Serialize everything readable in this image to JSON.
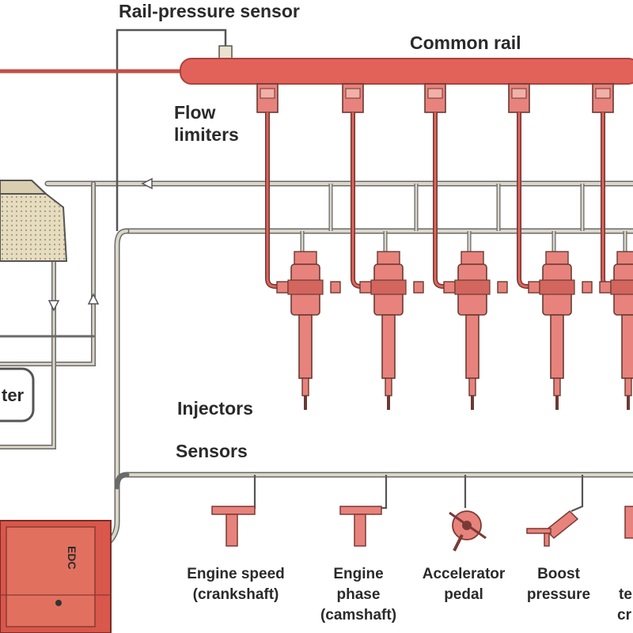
{
  "labels": {
    "rail_pressure_sensor": "Rail-pressure sensor",
    "common_rail": "Common rail",
    "flow_limiters_1": "Flow",
    "flow_limiters_2": "limiters",
    "injectors": "Injectors",
    "sensors": "Sensors",
    "filter_partial": "ter",
    "ecu_partial": "EDC"
  },
  "sensor_captions": [
    {
      "line1": "Engine speed",
      "line2": "(crankshaft)",
      "line3": ""
    },
    {
      "line1": "Engine",
      "line2": "phase",
      "line3": "(camshaft)"
    },
    {
      "line1": "Accelerator",
      "line2": "pedal",
      "line3": ""
    },
    {
      "line1": "Boost",
      "line2": "pressure",
      "line3": ""
    },
    {
      "line1": "te",
      "line2": "cr",
      "line3": ""
    }
  ],
  "colors": {
    "high_pressure": "#e2625a",
    "high_pressure_dark": "#b84a44",
    "low_pressure": "#d8d2c2",
    "line_outline": "#5a5a5a",
    "injector_body": "#e7837c",
    "ecu": "#d9574b",
    "tank_fill": "#d9ceb0"
  },
  "injector_count": 5
}
